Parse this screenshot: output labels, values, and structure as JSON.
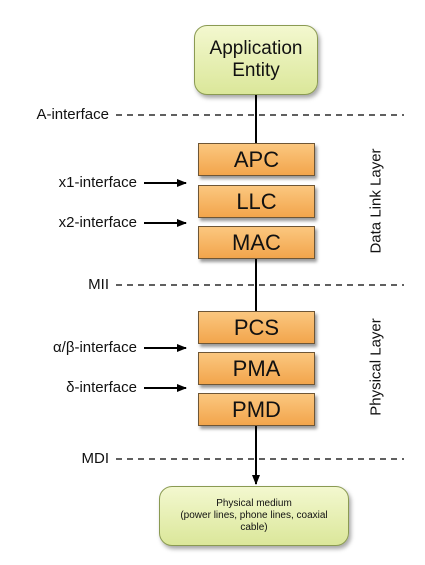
{
  "top_box": {
    "line1": "Application",
    "line2": "Entity"
  },
  "bottom_box": {
    "title": "Physical medium",
    "detail": "(power lines, phone lines, coaxial cable)"
  },
  "layers": {
    "apc": "APC",
    "llc": "LLC",
    "mac": "MAC",
    "pcs": "PCS",
    "pma": "PMA",
    "pmd": "PMD"
  },
  "interfaces": {
    "a": "A-interface",
    "mii": "MII",
    "mdi": "MDI",
    "x1": "x1-interface",
    "x2": "x2-interface",
    "alpha_beta": "α/β-interface",
    "delta": "δ-interface"
  },
  "layer_groups": {
    "data_link": "Data Link Layer",
    "physical": "Physical Layer"
  },
  "colors": {
    "layer_fill": "#f4ad57",
    "entity_fill": "#e6efb6",
    "line": "#000000"
  }
}
